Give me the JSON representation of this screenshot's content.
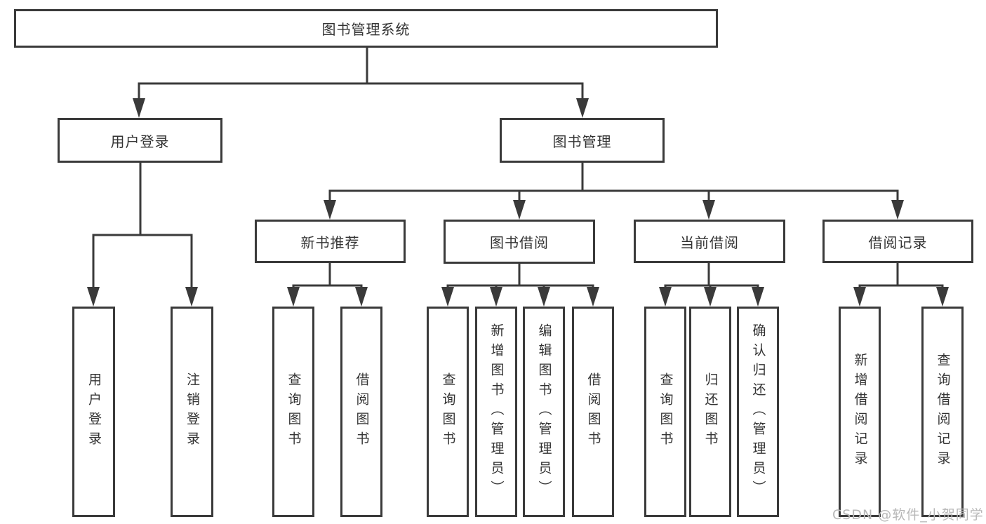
{
  "title": "图书管理系统",
  "tree": {
    "label": "图书管理系统",
    "children": [
      {
        "label": "用户登录",
        "children": [
          {
            "label": "用户登录"
          },
          {
            "label": "注销登录"
          }
        ]
      },
      {
        "label": "图书管理",
        "children": [
          {
            "label": "新书推荐",
            "children": [
              {
                "label": "查询图书"
              },
              {
                "label": "借阅图书"
              }
            ]
          },
          {
            "label": "图书借阅",
            "children": [
              {
                "label": "查询图书"
              },
              {
                "label": "新增图书（管理员）"
              },
              {
                "label": "编辑图书（管理员）"
              },
              {
                "label": "借阅图书"
              }
            ]
          },
          {
            "label": "当前借阅",
            "children": [
              {
                "label": "查询图书"
              },
              {
                "label": "归还图书"
              },
              {
                "label": "确认归还（管理员）"
              }
            ]
          },
          {
            "label": "借阅记录",
            "children": [
              {
                "label": "新增借阅记录"
              },
              {
                "label": "查询借阅记录"
              }
            ]
          }
        ]
      }
    ]
  },
  "watermark": "CSDN @软件_小贺同学",
  "colors": {
    "line": "#3a3a3a",
    "box_border": "#3a3a3a",
    "text": "#333333",
    "background": "#ffffff",
    "watermark": "#b7b7b7"
  }
}
